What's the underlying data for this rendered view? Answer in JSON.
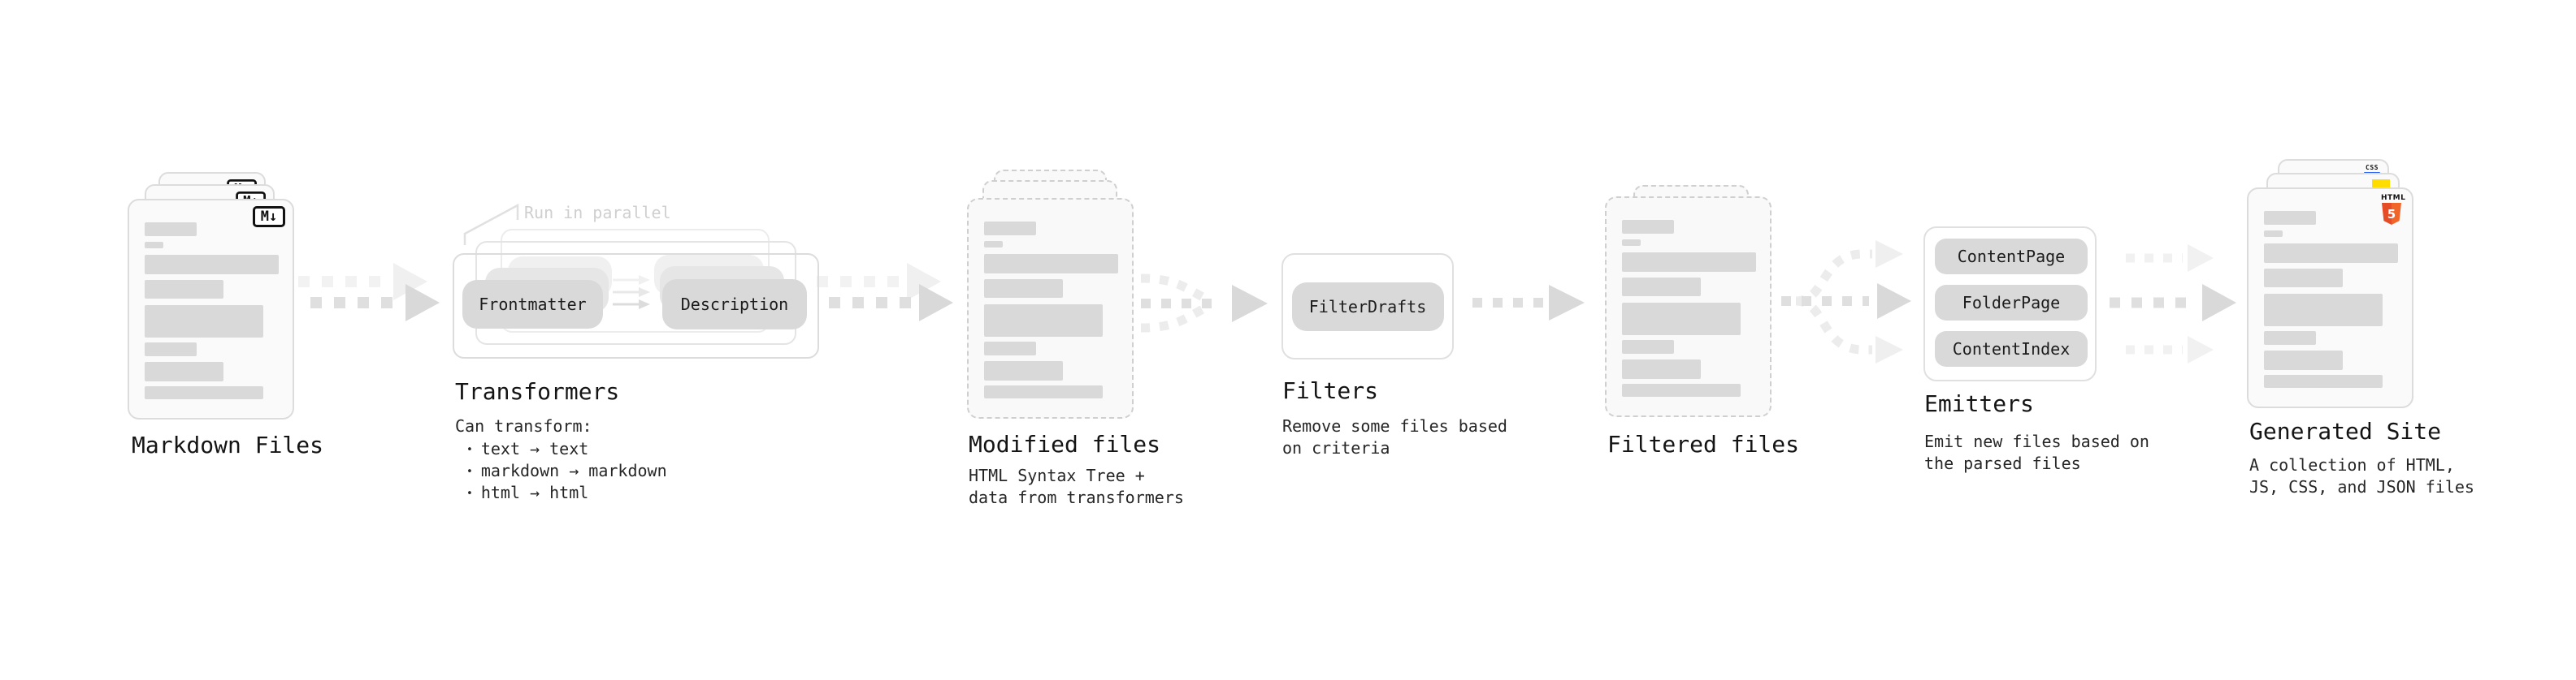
{
  "colors": {
    "html5_orange": "#e44d26",
    "html5_orange_light": "#f16529",
    "js_yellow": "#ffdd00",
    "css_blue": "#2965f1",
    "skeleton_gray": "#d9d9d9"
  },
  "markdown_files": {
    "label": "Markdown Files",
    "icon": "M↓"
  },
  "transformers": {
    "label": "Transformers",
    "parallel_note": "Run in parallel",
    "pill_left": "Frontmatter",
    "pill_right": "Description",
    "desc_heading": "Can transform:",
    "bullet": "•",
    "items": [
      "text → text",
      "markdown → markdown",
      "html → html"
    ]
  },
  "modified_files": {
    "label": "Modified files",
    "desc_line1": "HTML Syntax Tree +",
    "desc_line2": "data from transformers"
  },
  "filters": {
    "label": "Filters",
    "pill": "FilterDrafts",
    "desc_line1": "Remove some files based",
    "desc_line2": "on criteria"
  },
  "filtered_files": {
    "label": "Filtered files"
  },
  "emitters": {
    "label": "Emitters",
    "pills": [
      "ContentPage",
      "FolderPage",
      "ContentIndex"
    ],
    "desc_line1": "Emit new files based on",
    "desc_line2": "the parsed files"
  },
  "generated_site": {
    "label": "Generated Site",
    "desc_line1": "A collection of HTML,",
    "desc_line2": "JS, CSS, and JSON files",
    "html_badge_word": "HTML",
    "html_badge_number": "5",
    "css_badge_word": "CSS"
  }
}
